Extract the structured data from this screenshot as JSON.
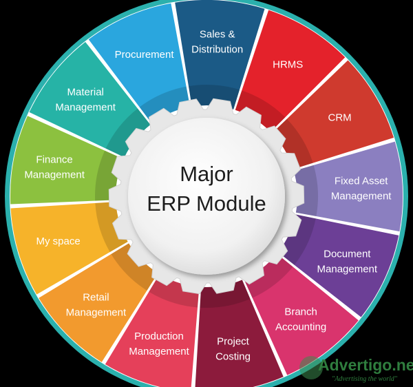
{
  "diagram": {
    "center_title_line1": "Major",
    "center_title_line2": "ERP Module",
    "segments": [
      {
        "lines": [
          "Procurement"
        ],
        "color": "#2aa6de"
      },
      {
        "lines": [
          "Sales &",
          "Distribution"
        ],
        "color": "#1b5a86"
      },
      {
        "lines": [
          "HRMS"
        ],
        "color": "#e4222b"
      },
      {
        "lines": [
          "CRM"
        ],
        "color": "#cf3a2e"
      },
      {
        "lines": [
          "Fixed Asset",
          "Management"
        ],
        "color": "#8b7fc0"
      },
      {
        "lines": [
          "Document",
          "Management"
        ],
        "color": "#6c3f96"
      },
      {
        "lines": [
          "Branch",
          "Accounting"
        ],
        "color": "#d9346d"
      },
      {
        "lines": [
          "Project",
          "Costing"
        ],
        "color": "#8c1b3c"
      },
      {
        "lines": [
          "Production",
          "Management"
        ],
        "color": "#e5405a"
      },
      {
        "lines": [
          "Retail",
          "Management"
        ],
        "color": "#f29a2e"
      },
      {
        "lines": [
          "My space"
        ],
        "color": "#f6b32a"
      },
      {
        "lines": [
          "Finance",
          "Management"
        ],
        "color": "#8cc13f"
      },
      {
        "lines": [
          "Material",
          "Management"
        ],
        "color": "#26b3a6"
      }
    ],
    "ring_border_color": "#2bb0ad"
  },
  "watermark": {
    "site": "Advertigo.net",
    "tagline": "\"Advertising  the world\""
  }
}
